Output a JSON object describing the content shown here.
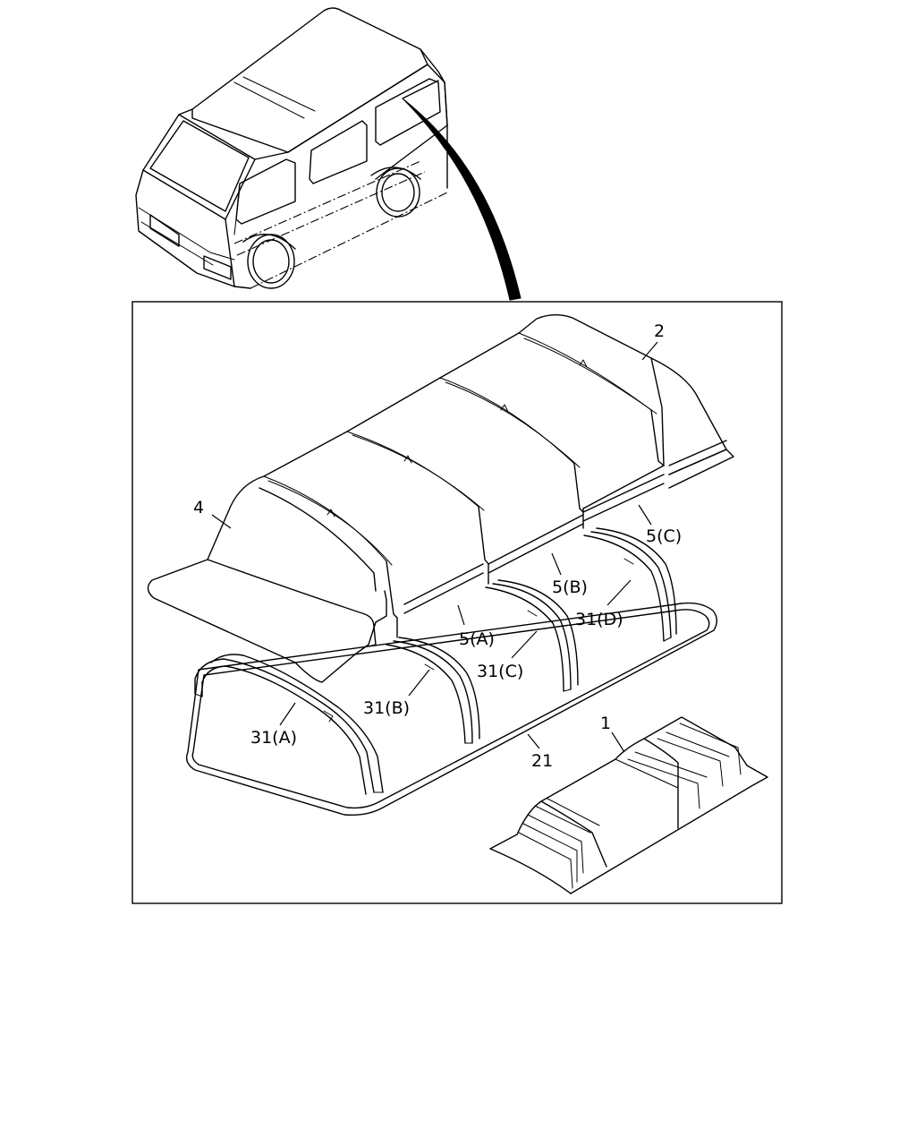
{
  "callouts": {
    "c1": "1",
    "c2": "2",
    "c4": "4",
    "c5a": "5(A)",
    "c5b": "5(B)",
    "c5c": "5(C)",
    "c21": "21",
    "c31a": "31(A)",
    "c31b": "31(B)",
    "c31c": "31(C)",
    "c31d": "31(D)"
  }
}
